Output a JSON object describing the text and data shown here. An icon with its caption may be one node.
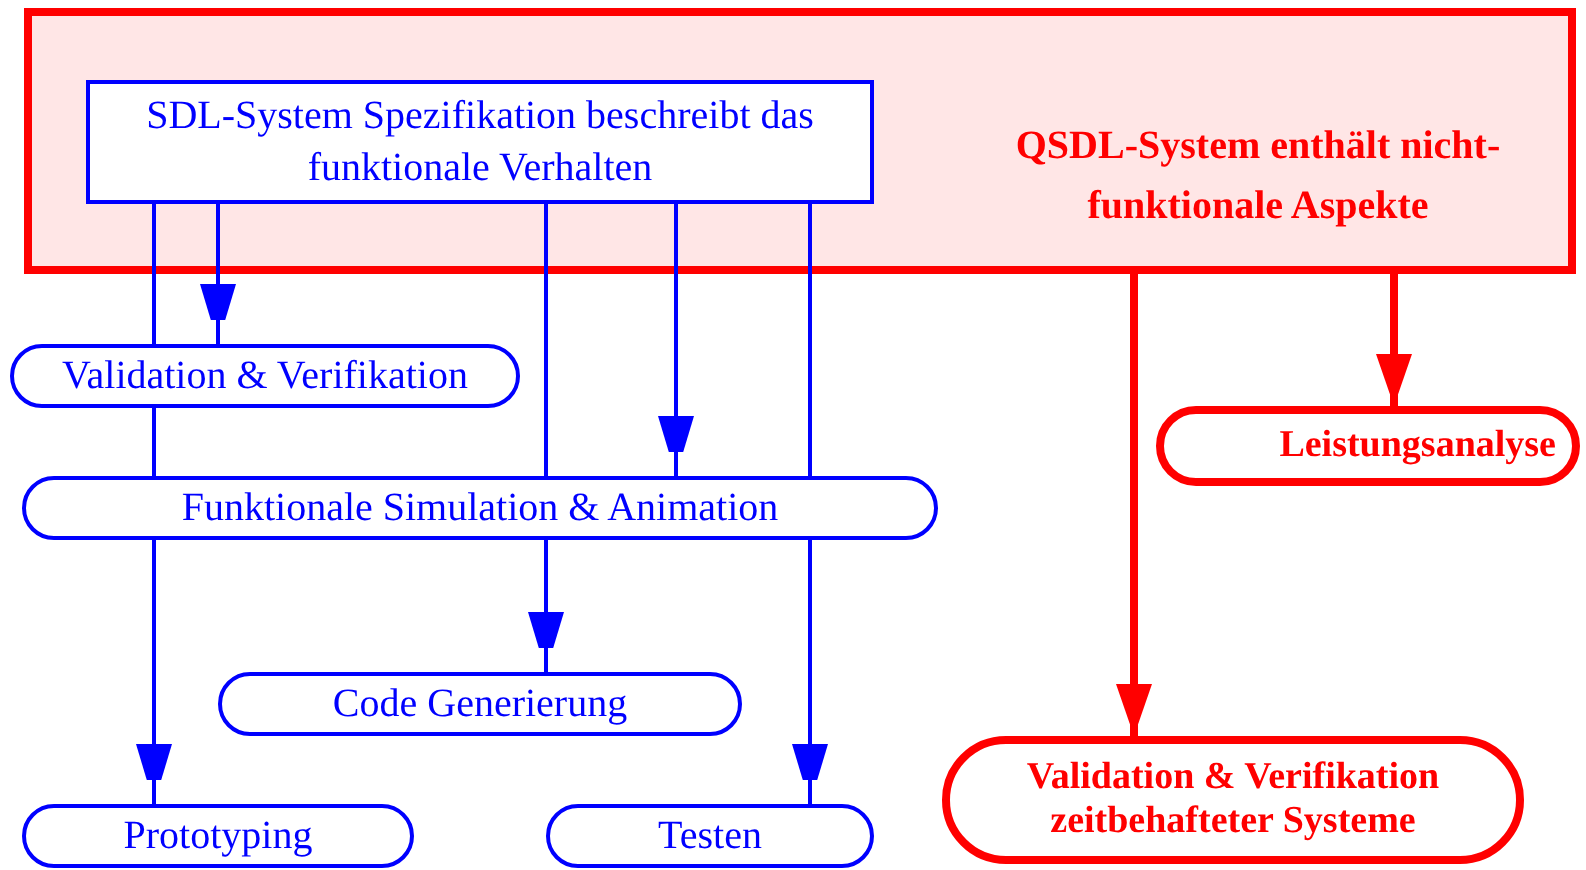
{
  "diagram": {
    "nodes": [
      {
        "text": [
          "QSDL-System enthält nicht-funktionale Aspekte"
        ]
      },
      {
        "text": [
          "SDL-System Spezifikation beschreibt das funktionale Verhalten"
        ],
        "in": 0
      },
      {
        "text": [
          "Validation & Verifikation"
        ]
      },
      {
        "text": [
          "Funktionale Simulation & Animation"
        ]
      },
      {
        "text": [
          "Code Generierung"
        ]
      },
      {
        "text": [
          "Prototyping"
        ]
      },
      {
        "text": [
          "Testen"
        ]
      },
      {
        "text": [
          "Leistungsanalyse"
        ]
      },
      {
        "text": [
          "Validation & Verifikation zeitbehafteter Systeme"
        ]
      }
    ],
    "edges": [
      {
        "from": 1,
        "to": 2,
        "arrow": "none"
      },
      {
        "from": 1,
        "to": 2,
        "arrow": "to"
      },
      {
        "from": 2,
        "to": 3,
        "arrow": "none"
      },
      {
        "from": 1,
        "to": 3,
        "arrow": "none"
      },
      {
        "from": 1,
        "to": 3,
        "arrow": "to"
      },
      {
        "from": 1,
        "to": 3,
        "arrow": "none"
      },
      {
        "from": 3,
        "to": 5,
        "arrow": "to"
      },
      {
        "from": 3,
        "to": 4,
        "arrow": "to"
      },
      {
        "from": 3,
        "to": 6,
        "arrow": "to"
      },
      {
        "from": 0,
        "to": 8,
        "arrow": "to",
        "style": "thick",
        "color": "#ff0000"
      },
      {
        "from": 0,
        "to": 7,
        "arrow": "to",
        "style": "thick",
        "color": "#ff0000"
      }
    ]
  }
}
